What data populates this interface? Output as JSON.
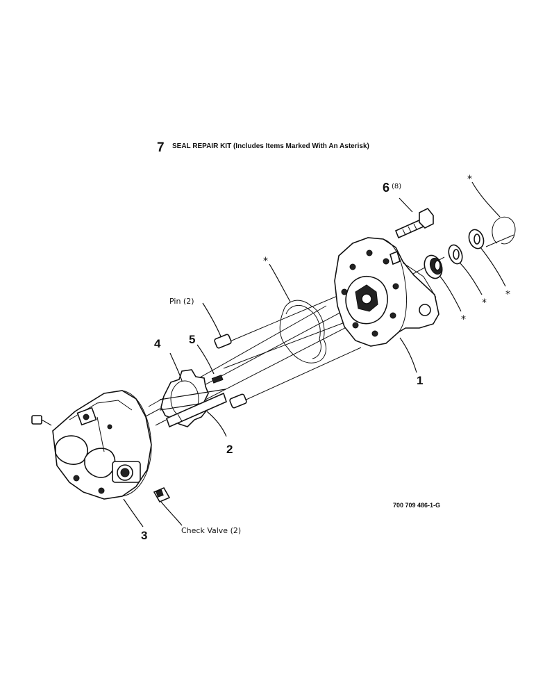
{
  "kit": {
    "number": "7",
    "text": "SEAL REPAIR KIT (Includes Items Marked With An Asterisk)"
  },
  "callouts": {
    "c1": "1",
    "c2": "2",
    "c3": "3",
    "c4": "4",
    "c5": "5",
    "c6_num": "6",
    "c6_qty": "(8)",
    "pin": "Pin (2)",
    "check_valve": "Check Valve (2)"
  },
  "asterisk": "*",
  "reference_code": "700 709 486-1-G"
}
